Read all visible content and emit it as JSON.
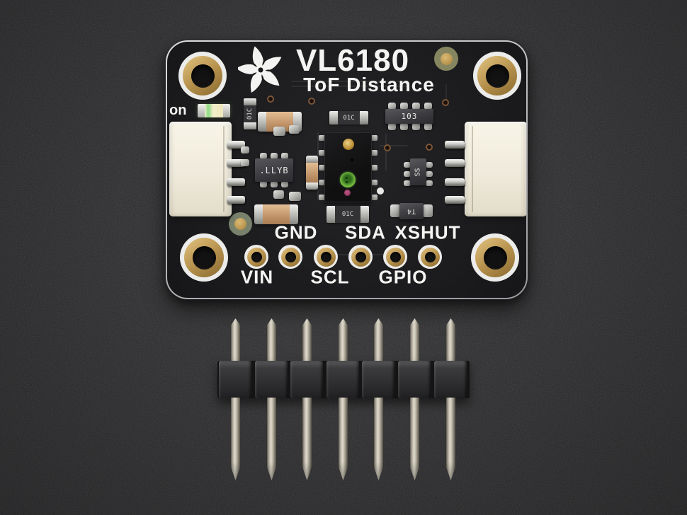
{
  "scene": {
    "type": "product-photo",
    "description": "Adafruit VL6180 Time-of-Flight distance sensor breakout board photographed above a loose 7-pin male header strip on a dark textured surface"
  },
  "board": {
    "title": "VL6180",
    "subtitle": "ToF Distance",
    "logo": "adafruit-flower-icon",
    "led_label": "on",
    "pin_labels_top": [
      "GND",
      "SDA",
      "XSHUT"
    ],
    "pin_labels_bottom": [
      "VIN",
      "SCL",
      "GPIO"
    ],
    "markings": {
      "resistor_network": "103",
      "regulator_ic": ".LLYB",
      "small_ic": "SS",
      "diode": "T4",
      "resistor_a": "01C",
      "resistor_b": "01C",
      "resistor_c": "01C"
    },
    "counts": {
      "mounting_holes": 4,
      "breakout_pins": 6,
      "qwiic_connectors": 2
    }
  },
  "header_strip": {
    "pin_count": 7
  },
  "colors": {
    "background": "#2e2e30",
    "pcb": "#1b1b1d",
    "silkscreen": "#f4f4f2",
    "gold_pad": "#c2a05a",
    "connector_ivory": "#f2eedd",
    "led_green": "#8fdc82",
    "lens_green": "#7ec845",
    "emitter_amber": "#d8b254",
    "header_pin_metal": "#c9c4b4"
  }
}
